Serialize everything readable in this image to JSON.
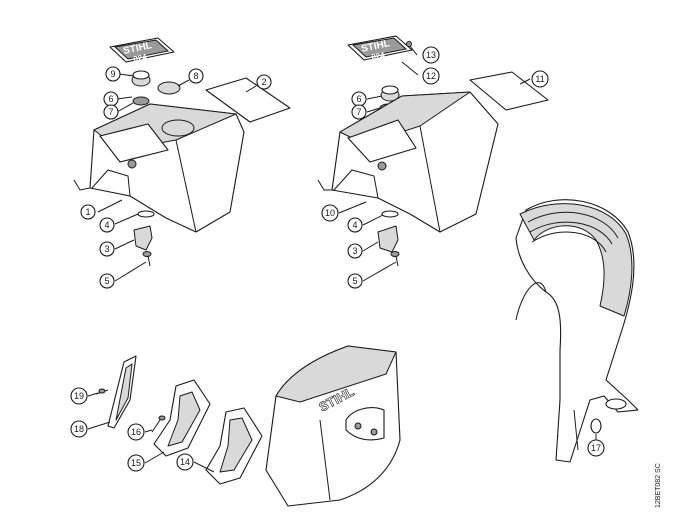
{
  "decals": {
    "left": {
      "brand": "STIHL",
      "model": "024"
    },
    "right": {
      "brand": "STIHL",
      "model": "024"
    }
  },
  "chain_cover_brand": "STIHL",
  "reference_code": "12BET082 SC",
  "callouts": {
    "c1": "1",
    "c2": "2",
    "c3": "3",
    "c4": "4",
    "c5": "5",
    "c6": "6",
    "c7": "7",
    "c8": "8",
    "c9": "9",
    "c10": "10",
    "c11": "11",
    "c12": "12",
    "c13": "13",
    "c14": "14",
    "c15": "15",
    "c16": "16",
    "c17": "17",
    "c18": "18",
    "c19": "19",
    "r3": "3",
    "r4": "4",
    "r5": "5",
    "r6": "6",
    "r7": "7"
  }
}
